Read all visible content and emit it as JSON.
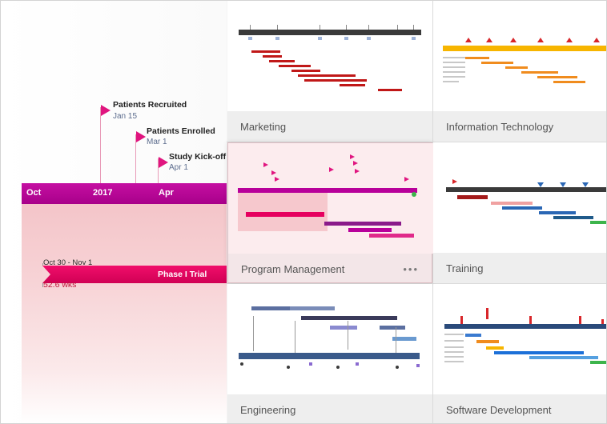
{
  "preview": {
    "scale": [
      "Oct",
      "2017",
      "Apr"
    ],
    "milestones": [
      {
        "title": "Patients Recruited",
        "date": "Jan 15"
      },
      {
        "title": "Patients Enrolled",
        "date": "Mar 1"
      },
      {
        "title": "Study Kick-off",
        "date": "Apr 1"
      }
    ],
    "task": {
      "label": "Phase I Trial",
      "dates": "Oct 30 - Nov 1",
      "duration": "52.6 wks"
    }
  },
  "templates": [
    {
      "caption": "Marketing"
    },
    {
      "caption": "Information Technology"
    },
    {
      "caption": "Program Management",
      "more": "•••"
    },
    {
      "caption": "Training"
    },
    {
      "caption": "Engineering"
    },
    {
      "caption": "Software Development"
    }
  ],
  "colors": {
    "accent_magenta": "#b8009a",
    "task_pink": "#e6005f",
    "selected_tile": "#f3e6e8"
  }
}
